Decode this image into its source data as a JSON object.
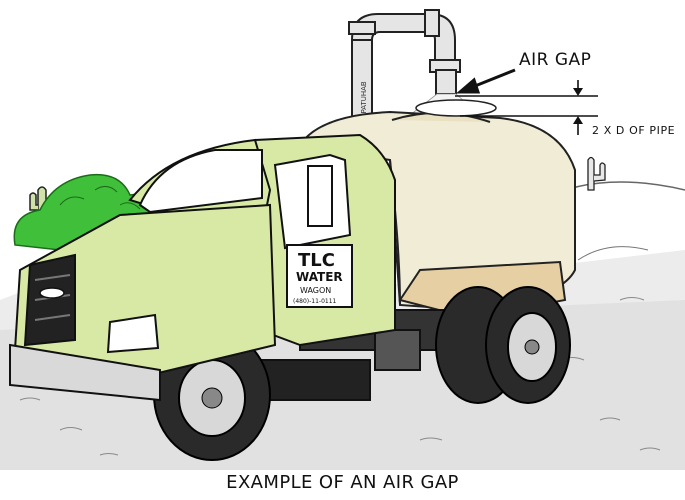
{
  "labels": {
    "air_gap": "AIR GAP",
    "pipe_distance": "2 X D OF PIPE",
    "caption": "EXAMPLE OF AN AIR GAP"
  },
  "truck": {
    "door_logo": "TLC",
    "door_company": "WATER",
    "door_subtitle": "WAGON",
    "door_phone": "(480)-11-0111",
    "stand_pipe_text": "SPATUHAB"
  },
  "colors": {
    "cab": "#d7e9a4",
    "tank": "#f1ecd6",
    "tank_base": "#e6cfa2",
    "bush": "#3fbf3a",
    "ink": "#111111",
    "ground": "#dcdcdc"
  },
  "icons": [
    "arrow-icon",
    "dimension-arrow-up-icon",
    "dimension-arrow-down-icon"
  ]
}
